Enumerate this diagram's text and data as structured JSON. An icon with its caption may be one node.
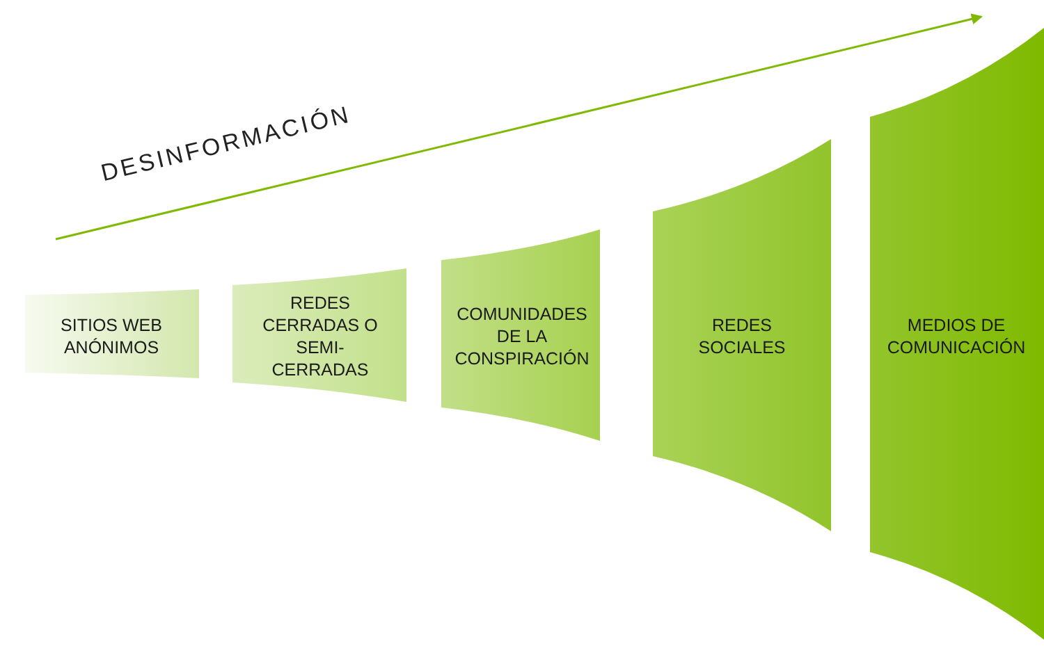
{
  "diagram": {
    "nodes": [
      {
        "text": [
          "SITIOS WEB ANÓNIMOS"
        ]
      },
      {
        "text": [
          "REDES CERRADAS O SEMI-CERRADAS"
        ]
      },
      {
        "text": [
          "COMUNIDADES DE LA CONSPIRACIÓN"
        ]
      },
      {
        "text": [
          "REDES SOCIALES"
        ]
      },
      {
        "text": [
          "MEDIOS DE COMUNICACIÓN"
        ]
      }
    ],
    "labels": [
      "DESINFORMACIÓN"
    ]
  }
}
